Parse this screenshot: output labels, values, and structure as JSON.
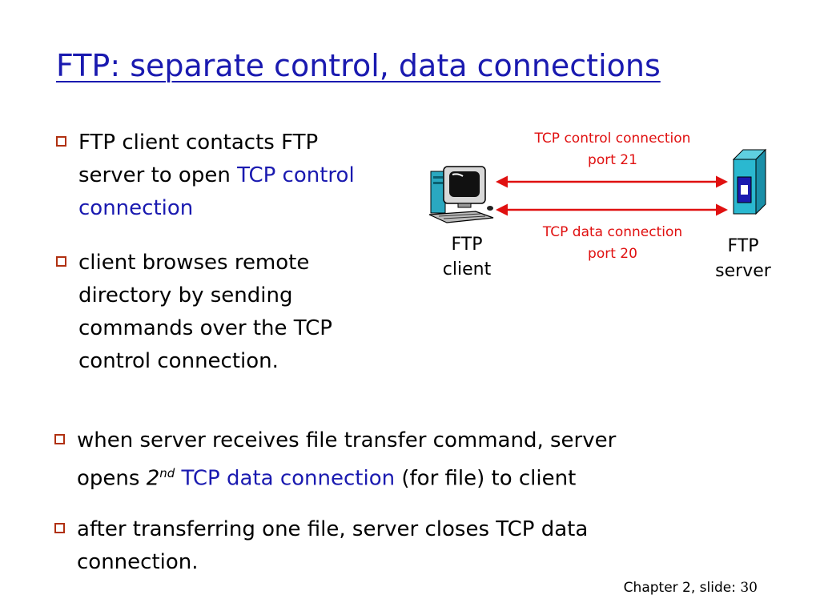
{
  "title": "FTP: separate control, data connections",
  "bullets": {
    "b1": {
      "line1": "FTP client contacts FTP",
      "line2_pre": "server to open ",
      "line2_blue": "TCP control",
      "line3_blue": "connection"
    },
    "b2": {
      "line1": "client browses remote",
      "line2": "directory by sending",
      "line3": "commands over the TCP",
      "line4": "control connection."
    },
    "b3": {
      "line1": "when server receives  file transfer command, server",
      "line2_pre": "opens ",
      "line2_italic": "2",
      "line2_sup": "nd",
      "line2_blue": "TCP data connection",
      "line2_post": " (for file) to client"
    },
    "b4": {
      "line1": "after transferring one file, server closes TCP data",
      "line2": "connection."
    }
  },
  "diagram": {
    "control_label": "TCP control connection",
    "control_port": "port 21",
    "data_label": "TCP data connection",
    "data_port": "port 20",
    "client_line1": "FTP",
    "client_line2": "client",
    "server_line1": "FTP",
    "server_line2": "server",
    "arrow_color": "#e01010"
  },
  "footer": {
    "label": "Chapter 2, slide: ",
    "number": "30"
  },
  "colors": {
    "title": "#1a1ab0",
    "bullet_box": "#b03010",
    "highlight": "#1a1ab0",
    "diagram_text": "#e01010"
  },
  "icons": {
    "client": "desktop-computer-icon",
    "server": "server-tower-icon"
  }
}
